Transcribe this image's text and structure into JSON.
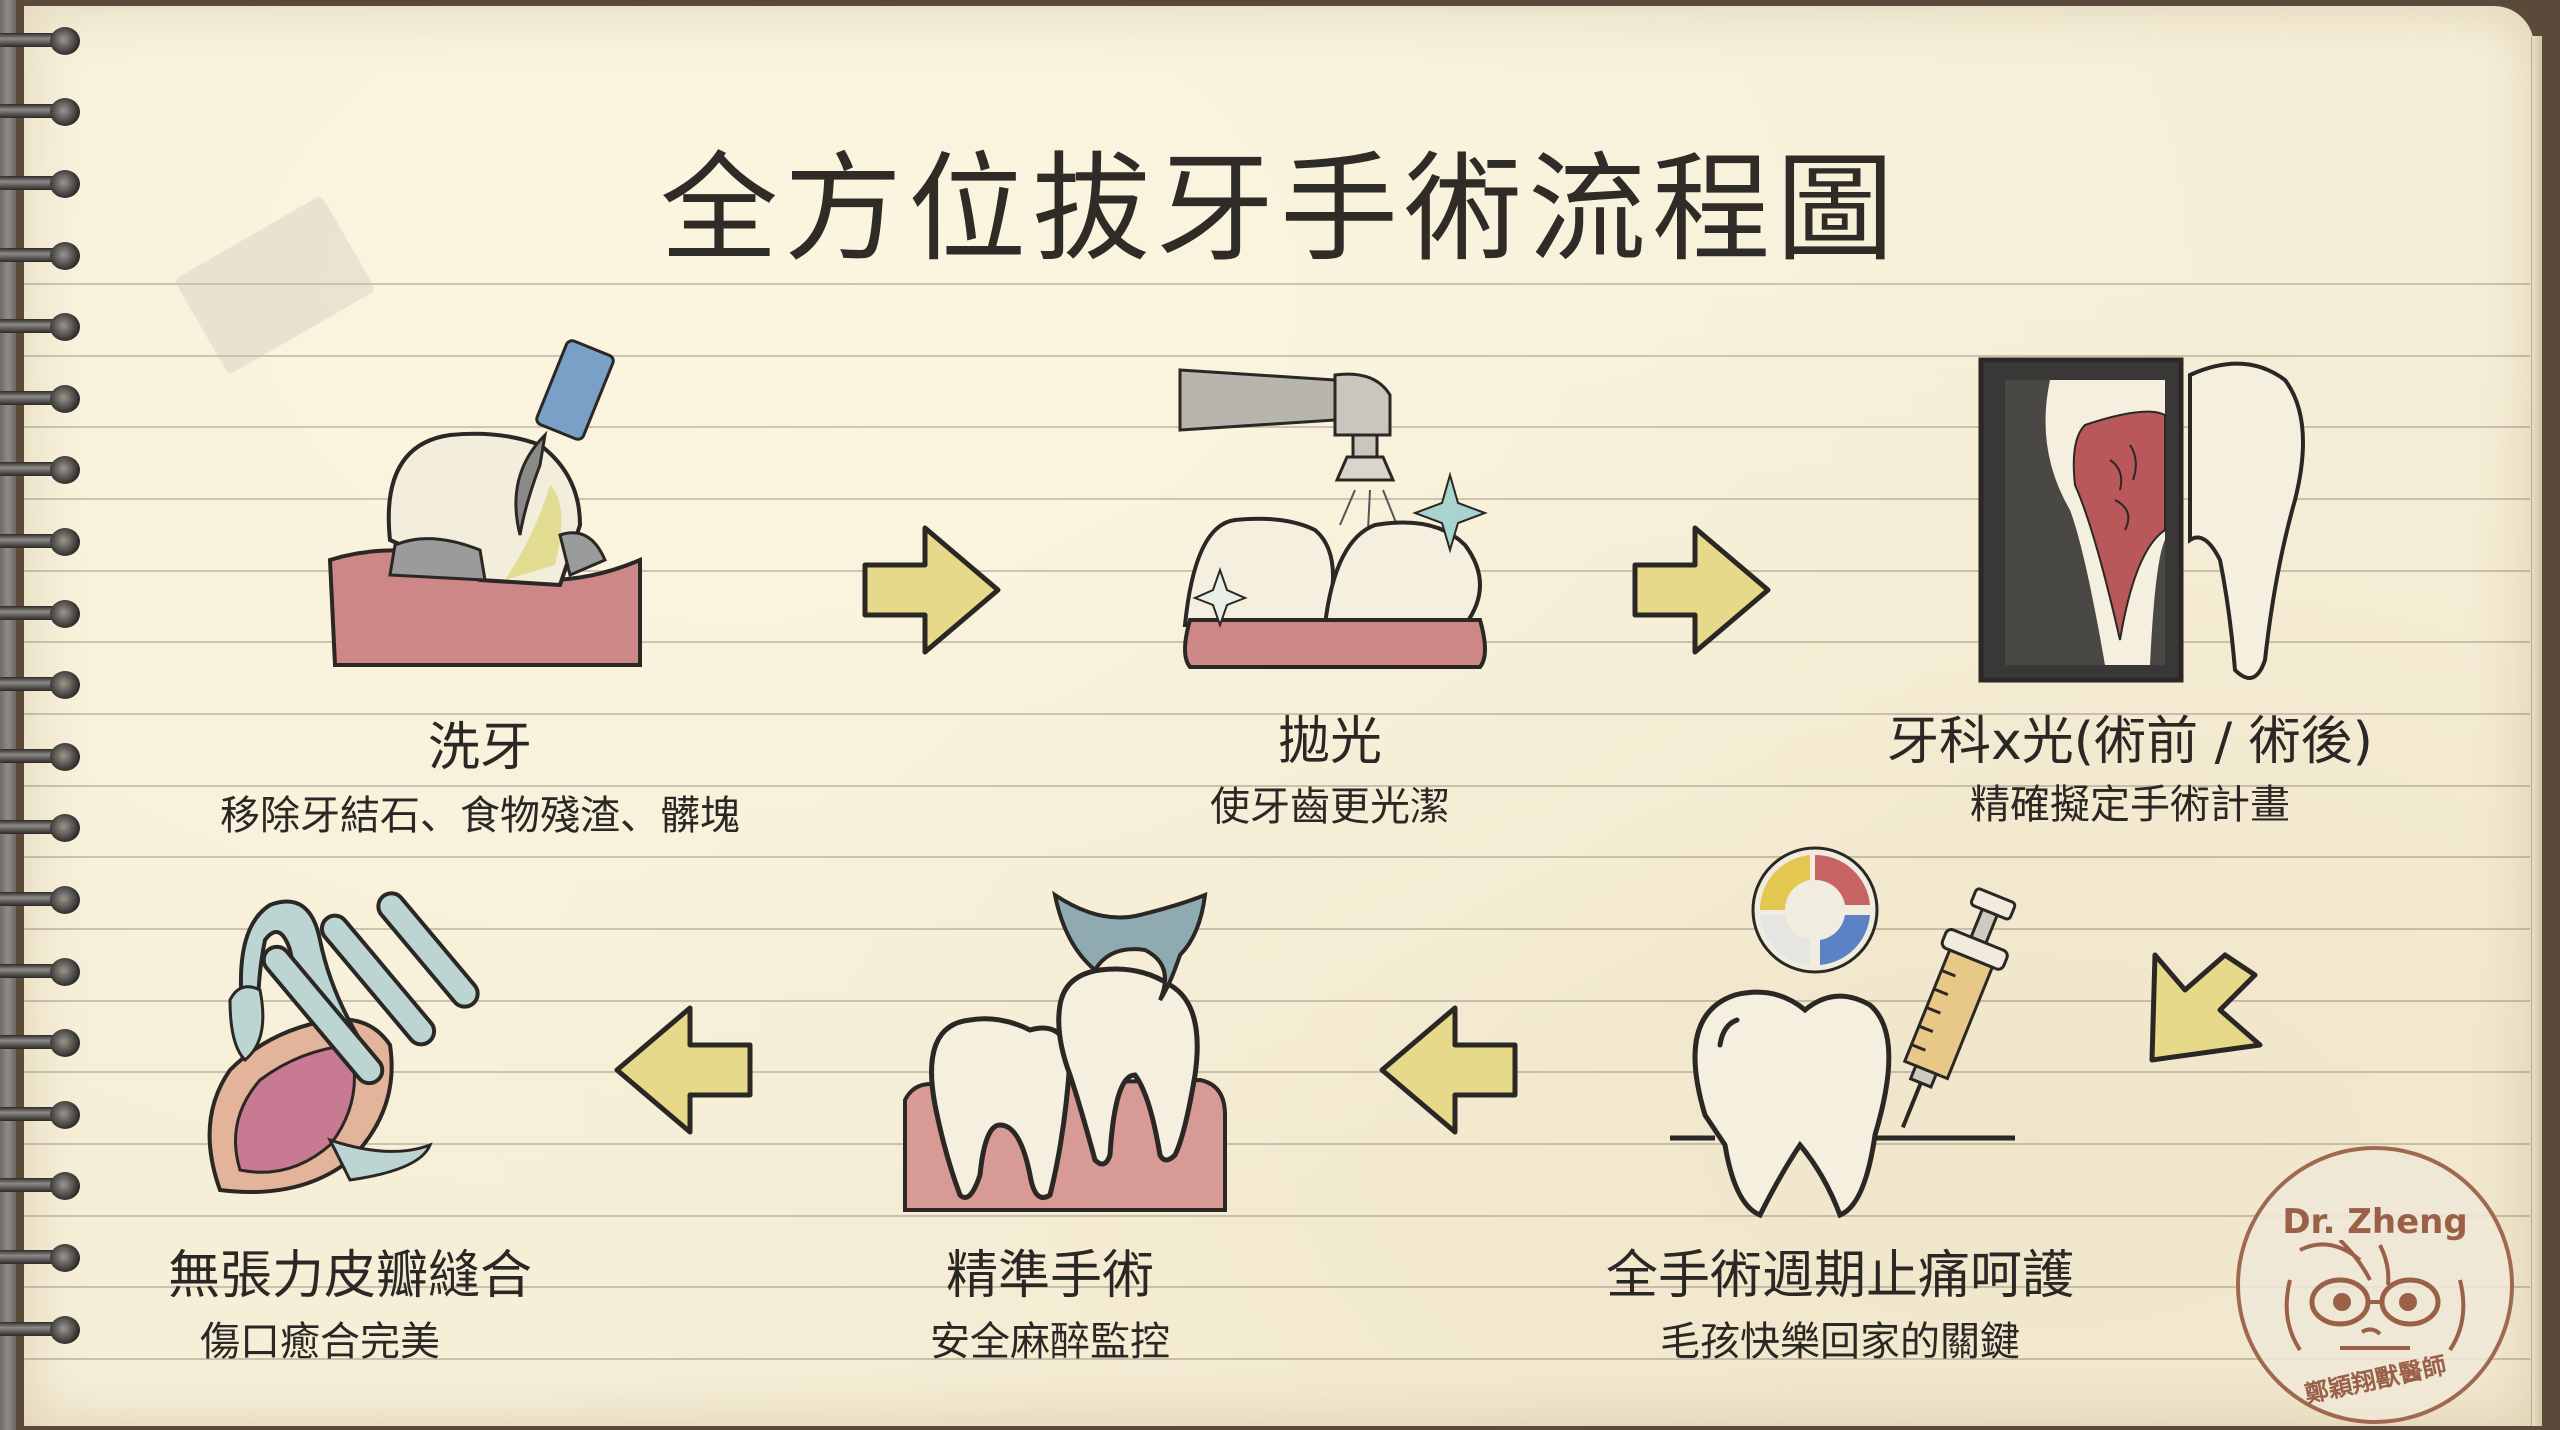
{
  "title": "全方位拔牙手術流程圖",
  "steps": [
    {
      "title": "洗牙",
      "subtitle": "移除牙結石、食物殘渣、髒塊",
      "icon": "dental-scaler-tooth-icon"
    },
    {
      "title": "拋光",
      "subtitle": "使牙齒更光潔",
      "icon": "polishing-handpiece-teeth-icon"
    },
    {
      "title": "牙科x光(術前 / 術後)",
      "subtitle": "精確擬定手術計畫",
      "icon": "dental-xray-tooth-icon"
    },
    {
      "title": "全手術週期止痛呵護",
      "subtitle": "毛孩快樂回家的關鍵",
      "icon": "tooth-syringe-cycle-icon"
    },
    {
      "title": "精準手術",
      "subtitle": "安全麻醉監控",
      "icon": "tooth-extraction-icon"
    },
    {
      "title": "無張力皮瓣縫合",
      "subtitle": "傷口癒合完美",
      "icon": "suture-flap-icon"
    }
  ],
  "arrows": [
    "arrow-right",
    "arrow-right",
    "arrow-down-left",
    "arrow-left",
    "arrow-left"
  ],
  "stamp": {
    "name": "Dr. Zheng",
    "chinese_name": "鄭穎翔獸醫師"
  },
  "colors": {
    "paper": "#f6efd8",
    "ink": "#2a2724",
    "arrow_fill": "#e6d98a",
    "gum": "#c97a78",
    "stamp": "#9a6048"
  }
}
